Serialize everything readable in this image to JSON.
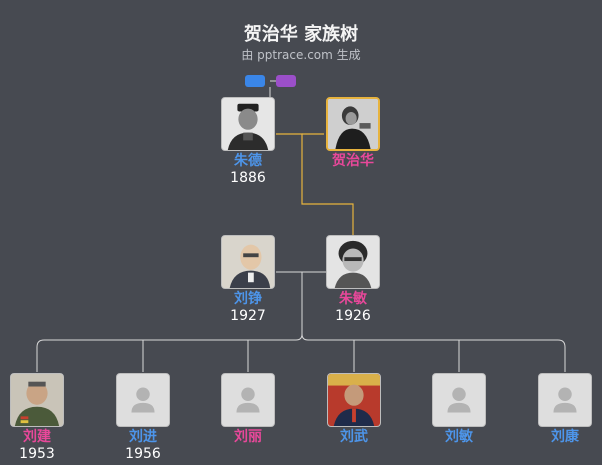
{
  "header": {
    "title": "贺治华 家族树",
    "subtitle": "由 pptrace.com 生成"
  },
  "legend": {
    "male_color": "#3a86e8",
    "female_color": "#9b4fc9"
  },
  "colors": {
    "male": "#4d95ea",
    "female": "#e8489a",
    "highlight": "#e7b33e",
    "connector": "#d9d9d9"
  },
  "people": [
    {
      "id": "zhude",
      "name": "朱德",
      "year": "1886",
      "gender": "male",
      "photo": "photo-military-portrait"
    },
    {
      "id": "hezhihua",
      "name": "贺治华",
      "year": "",
      "gender": "female",
      "photo": "photo-woman-portrait",
      "highlight": true
    },
    {
      "id": "liuzheng",
      "name": "刘铮",
      "year": "1927",
      "gender": "male",
      "photo": "photo-elderly-man"
    },
    {
      "id": "zhumin",
      "name": "朱敏",
      "year": "1926",
      "gender": "female",
      "photo": "photo-elderly-woman"
    },
    {
      "id": "liujian",
      "name": "刘建",
      "year": "1953",
      "gender": "female",
      "photo": "photo-officer"
    },
    {
      "id": "liujin",
      "name": "刘进",
      "year": "1956",
      "gender": "male",
      "photo": "placeholder-avatar"
    },
    {
      "id": "liuli",
      "name": "刘丽",
      "year": "",
      "gender": "female",
      "photo": "placeholder-avatar"
    },
    {
      "id": "liuwu",
      "name": "刘武",
      "year": "",
      "gender": "male",
      "photo": "photo-man-suit"
    },
    {
      "id": "liumin",
      "name": "刘敏",
      "year": "",
      "gender": "male",
      "photo": "placeholder-avatar"
    },
    {
      "id": "liukang",
      "name": "刘康",
      "year": "",
      "gender": "male",
      "photo": "placeholder-avatar"
    }
  ]
}
